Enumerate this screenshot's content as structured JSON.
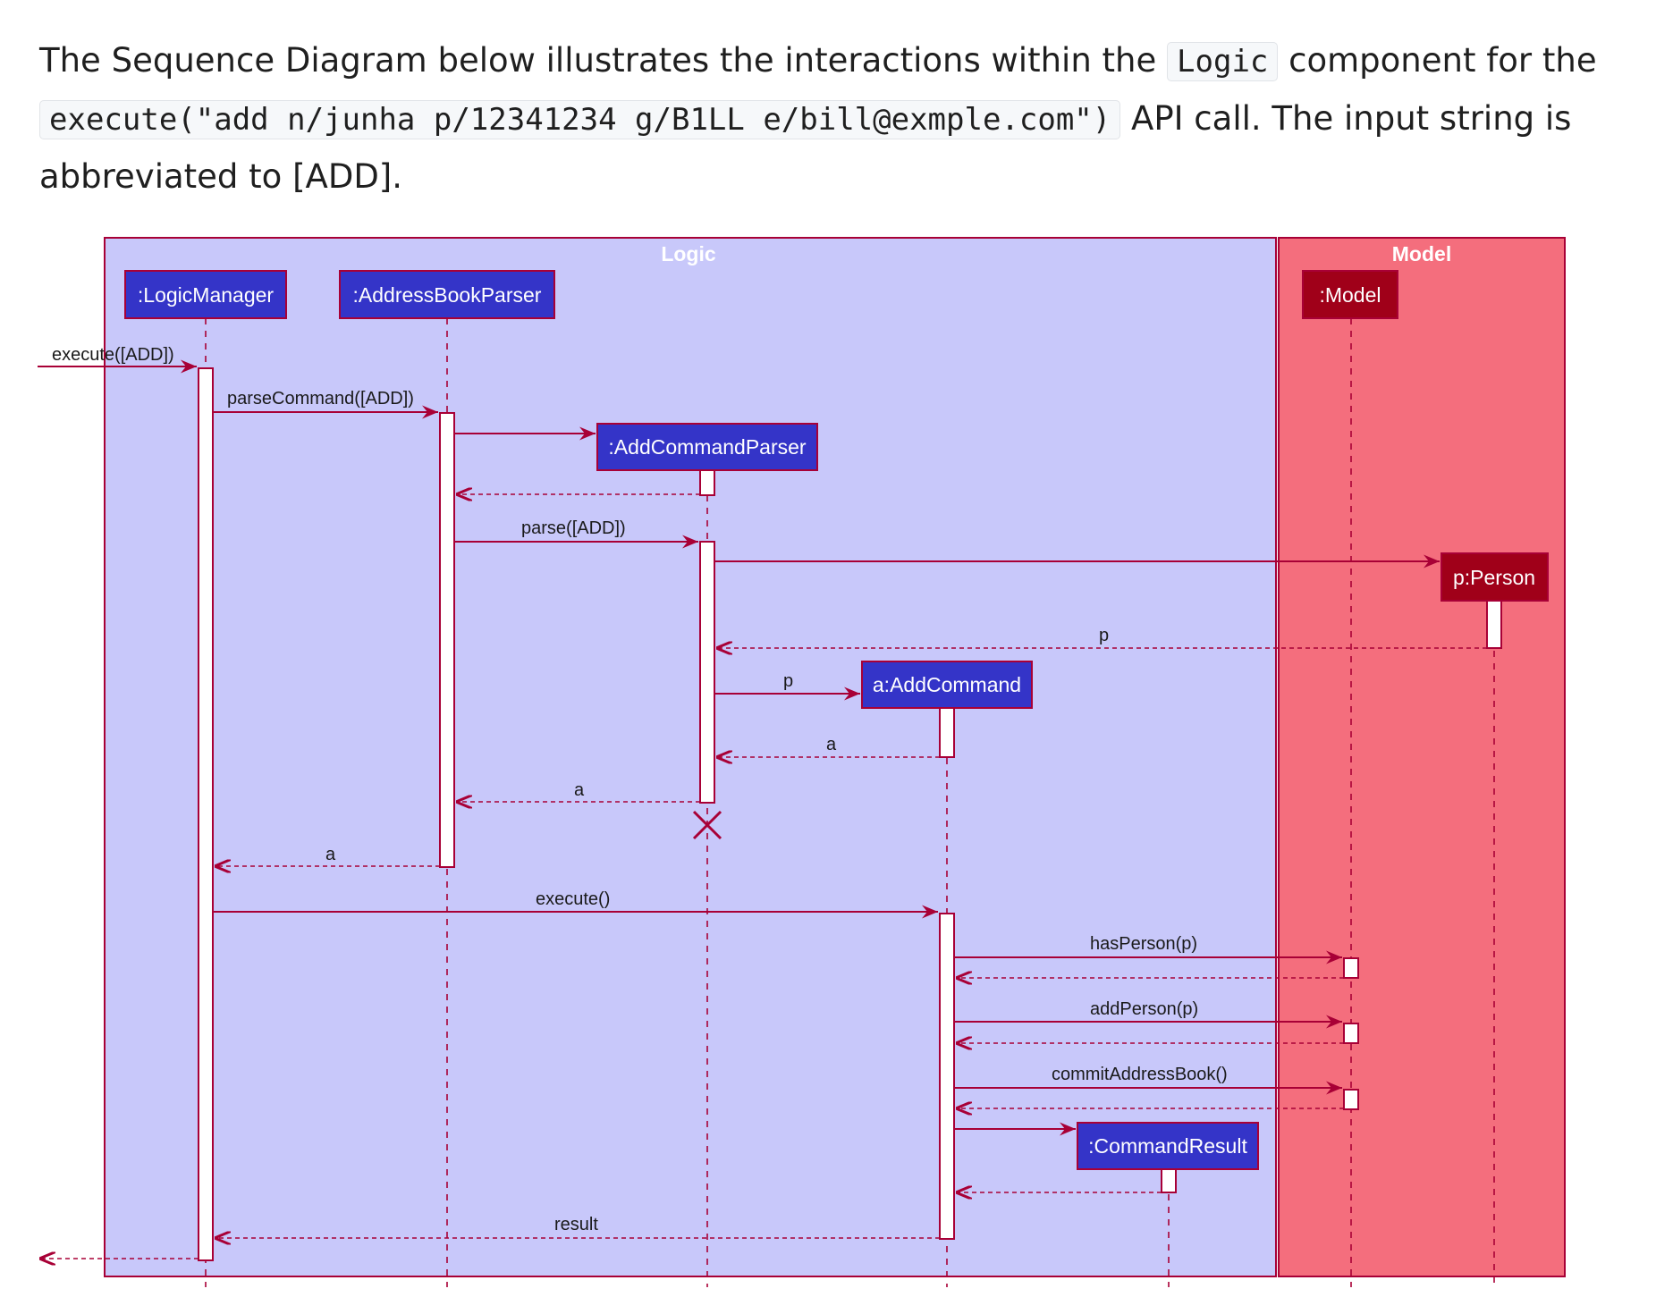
{
  "intro": {
    "before_code1": "The Sequence Diagram below illustrates the interactions within the ",
    "code1": "Logic",
    "between": " component for the ",
    "code2": "execute(\"add n/junha p/12341234 g/B1LL e/bill@exmple.com\")",
    "after_code2": " API call. The input string is abbreviated to [ADD]."
  },
  "diagram": {
    "frames": {
      "logic": "Logic",
      "model": "Model"
    },
    "participants": {
      "logic_manager": ":LogicManager",
      "address_book_parser": ":AddressBookParser",
      "add_command_parser": ":AddCommandParser",
      "add_command": "a:AddCommand",
      "command_result": ":CommandResult",
      "model": ":Model",
      "person": "p:Person"
    },
    "messages": {
      "execute_add": "execute([ADD])",
      "parse_command": "parseCommand([ADD])",
      "parse": "parse([ADD])",
      "return_p": "p",
      "create_p": "p",
      "return_a1": "a",
      "return_a2": "a",
      "return_a3": "a",
      "execute": "execute()",
      "has_person": "hasPerson(p)",
      "add_person": "addPerson(p)",
      "commit": "commitAddressBook()",
      "result": "result"
    },
    "colors": {
      "logic_frame": "#c8c8fa",
      "model_frame": "#f46e7d",
      "participant_blue": "#3434c8",
      "participant_red": "#a00019",
      "line": "#a80036"
    }
  }
}
